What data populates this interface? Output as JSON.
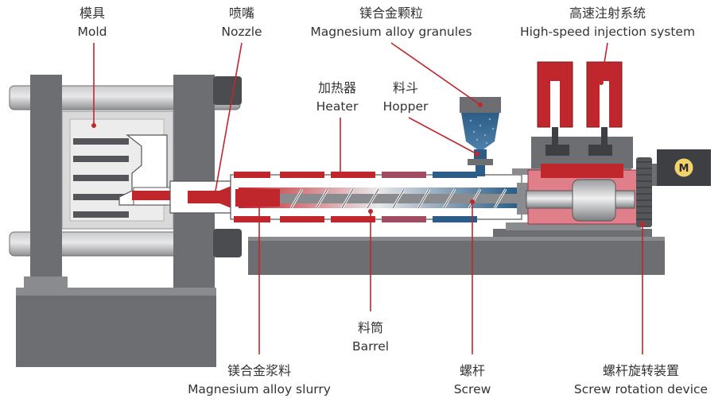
{
  "labels": {
    "mold": {
      "zh": "模具",
      "en": "Mold"
    },
    "nozzle": {
      "zh": "喷嘴",
      "en": "Nozzle"
    },
    "granules": {
      "zh": "镁合金颗粒",
      "en": "Magnesium alloy granules"
    },
    "injection": {
      "zh": "高速注射系统",
      "en": "High-speed injection system"
    },
    "heater": {
      "zh": "加热器",
      "en": "Heater"
    },
    "hopper": {
      "zh": "料斗",
      "en": "Hopper"
    },
    "barrel": {
      "zh": "料筒",
      "en": "Barrel"
    },
    "slurry": {
      "zh": "镁合金浆料",
      "en": "Magnesium alloy slurry"
    },
    "screw": {
      "zh": "螺杆",
      "en": "Screw"
    },
    "rotation": {
      "zh": "螺杆旋转装置",
      "en": "Screw rotation device"
    }
  },
  "motor_symbol": "M",
  "colors": {
    "frame_dark": "#6d6e71",
    "frame_mid": "#8a8b8e",
    "frame_light": "#d9d9da",
    "melt_red": "#c0272d",
    "granule_blue": "#2b5d86",
    "leader_red": "#c0272d",
    "text": "#333333"
  },
  "icons": {
    "motor": "motor-icon"
  }
}
